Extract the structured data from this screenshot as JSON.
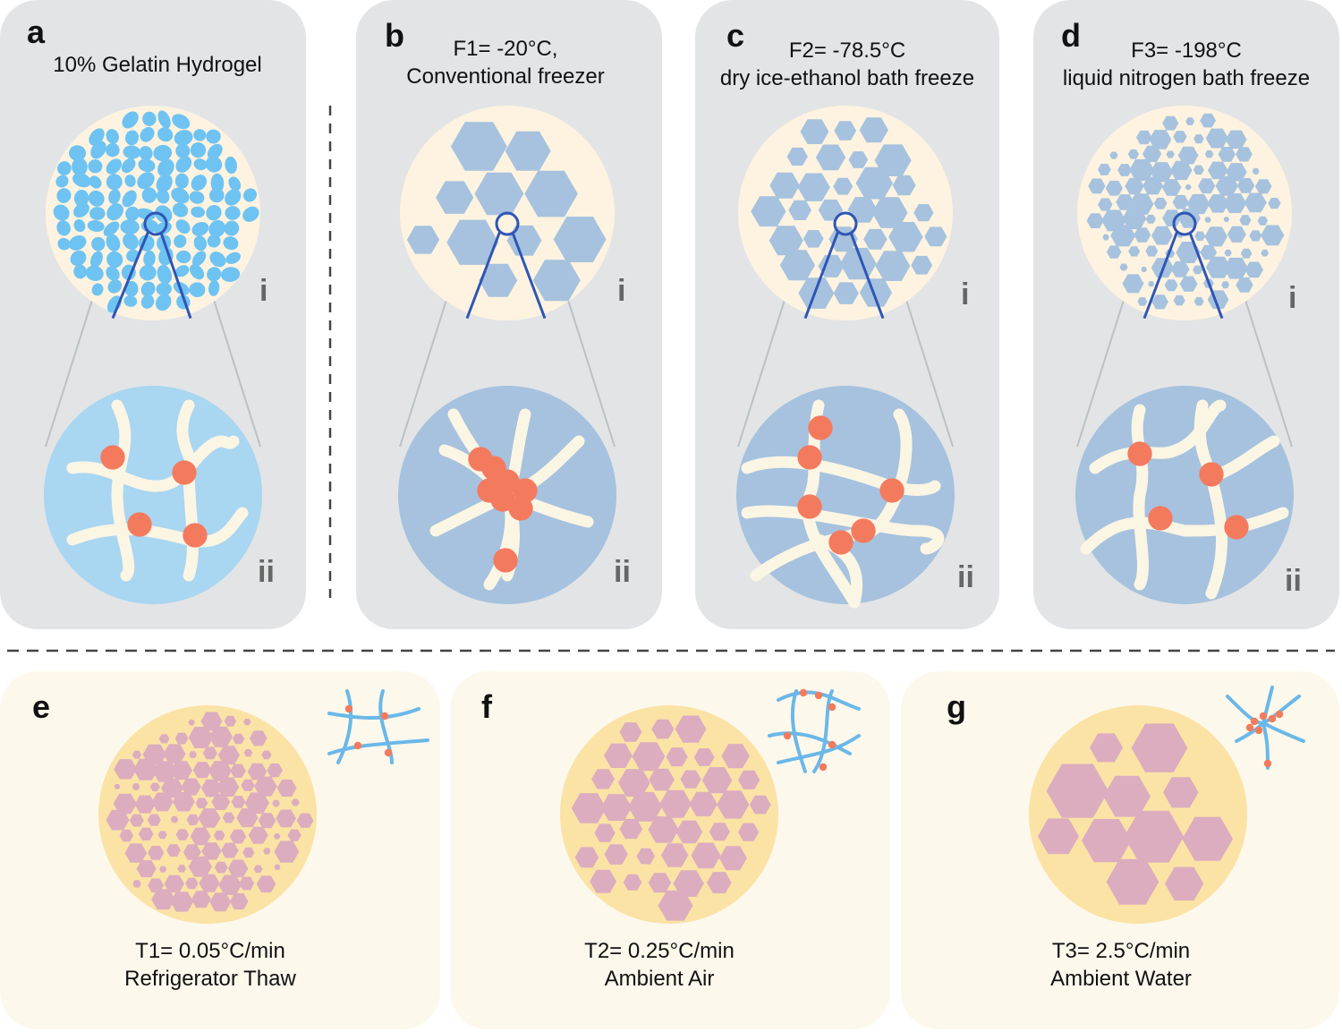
{
  "title": "Freeze-thaw gelatin hydrogel schematic",
  "colors": {
    "top_panel": "#e3e4e6",
    "bottom_panel": "#fdf8ec",
    "gel_blob": "#6ec3f2",
    "ice_hex": "#a6c2de",
    "crosslink": "#f47a5e",
    "fiber": "#fbf5e4",
    "thaw_circle": "#fbe3a6",
    "thaw_hex": "#dcadbf",
    "zoom_line": "#2f55b5"
  },
  "panels_top": [
    {
      "letter": "a",
      "line1": "10% Gelatin Hydrogel",
      "line2": "",
      "roman_i": "i",
      "roman_ii": "ii"
    },
    {
      "letter": "b",
      "line1": "F1= -20°C,",
      "line2": "Conventional freezer",
      "roman_i": "i",
      "roman_ii": "ii"
    },
    {
      "letter": "c",
      "line1": "F2= -78.5°C",
      "line2": "dry ice-ethanol bath freeze",
      "roman_i": "i",
      "roman_ii": "ii"
    },
    {
      "letter": "d",
      "line1": "F3= -198°C",
      "line2": "liquid nitrogen bath freeze",
      "roman_i": "i",
      "roman_ii": "ii"
    }
  ],
  "panels_bottom": [
    {
      "letter": "e",
      "line1": "T1= 0.05°C/min",
      "line2": "Refrigerator Thaw"
    },
    {
      "letter": "f",
      "line1": "T2= 0.25°C/min",
      "line2": "Ambient Air"
    },
    {
      "letter": "g",
      "line1": "T3= 2.5°C/min",
      "line2": "Ambient Water"
    }
  ]
}
